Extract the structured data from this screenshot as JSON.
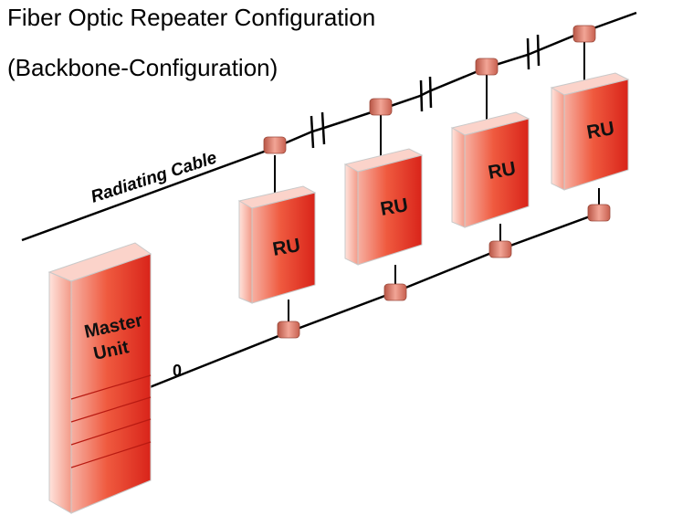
{
  "title": "Fiber Optic Repeater Configuration",
  "subtitle": "(Backbone-Configuration)",
  "radiating_cable_label": "Radiating Cable",
  "master_unit": {
    "line1": "Master",
    "line2": "Unit"
  },
  "remote_units": [
    {
      "label": "RU"
    },
    {
      "label": "RU"
    },
    {
      "label": "RU"
    },
    {
      "label": "RU"
    }
  ],
  "fiber_loop_label": "0",
  "colors": {
    "unit_red": "#e8321e",
    "unit_light": "#f7b0a2",
    "connector": "#d97a6a",
    "line": "#000000"
  }
}
